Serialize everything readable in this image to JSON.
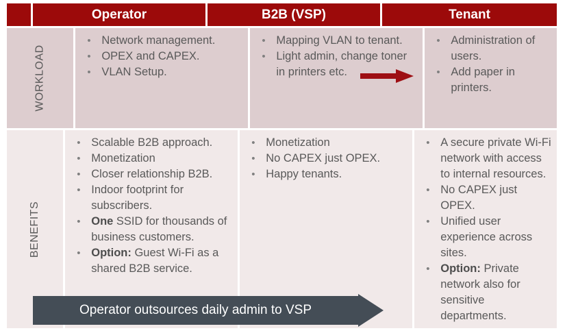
{
  "colors": {
    "header_red": "#9c0a0a",
    "arrow_red": "#9e0f14",
    "workload_bg": "#ddcdcf",
    "benefits_bg": "#f1e9e9",
    "banner_gray": "#444d56",
    "text_gray": "#595959"
  },
  "table": {
    "columns": [
      {
        "id": "operator",
        "label": "Operator"
      },
      {
        "id": "b2b",
        "label": "B2B (VSP)"
      },
      {
        "id": "tenant",
        "label": "Tenant"
      }
    ],
    "rows": [
      {
        "id": "workload",
        "label": "WORKLOAD",
        "cells": {
          "operator": [
            {
              "text": "Network management."
            },
            {
              "text": "OPEX and CAPEX."
            },
            {
              "text": "VLAN Setup."
            }
          ],
          "b2b": [
            {
              "text": "Mapping VLAN to tenant."
            },
            {
              "text": "Light admin, change toner in printers etc."
            }
          ],
          "tenant": [
            {
              "text": "Administration of users."
            },
            {
              "text": "Add paper in printers."
            }
          ]
        }
      },
      {
        "id": "benefits",
        "label": "BENEFITS",
        "cells": {
          "operator": [
            {
              "text": "Scalable B2B approach."
            },
            {
              "text": "Monetization"
            },
            {
              "text": "Closer relationship B2B."
            },
            {
              "text": "Indoor footprint for subscribers."
            },
            {
              "bold": "One",
              "text": " SSID for thousands of business customers."
            },
            {
              "bold": "Option:",
              "text": " Guest Wi-Fi as a shared B2B service."
            }
          ],
          "b2b": [
            {
              "text": "Monetization"
            },
            {
              "text": "No CAPEX just OPEX."
            },
            {
              "text": "Happy tenants."
            }
          ],
          "tenant": [
            {
              "text": "A secure private Wi-Fi network with access to internal resources."
            },
            {
              "text": "No CAPEX just OPEX."
            },
            {
              "text": "Unified user experience across sites."
            },
            {
              "bold": "Option:",
              "text": " Private network also for sensitive departments."
            }
          ]
        }
      }
    ]
  },
  "handoff_arrow": {
    "name": "b2b-to-tenant-arrow",
    "direction": "right"
  },
  "banner": {
    "text": "Operator outsources daily admin to VSP",
    "direction": "right"
  }
}
